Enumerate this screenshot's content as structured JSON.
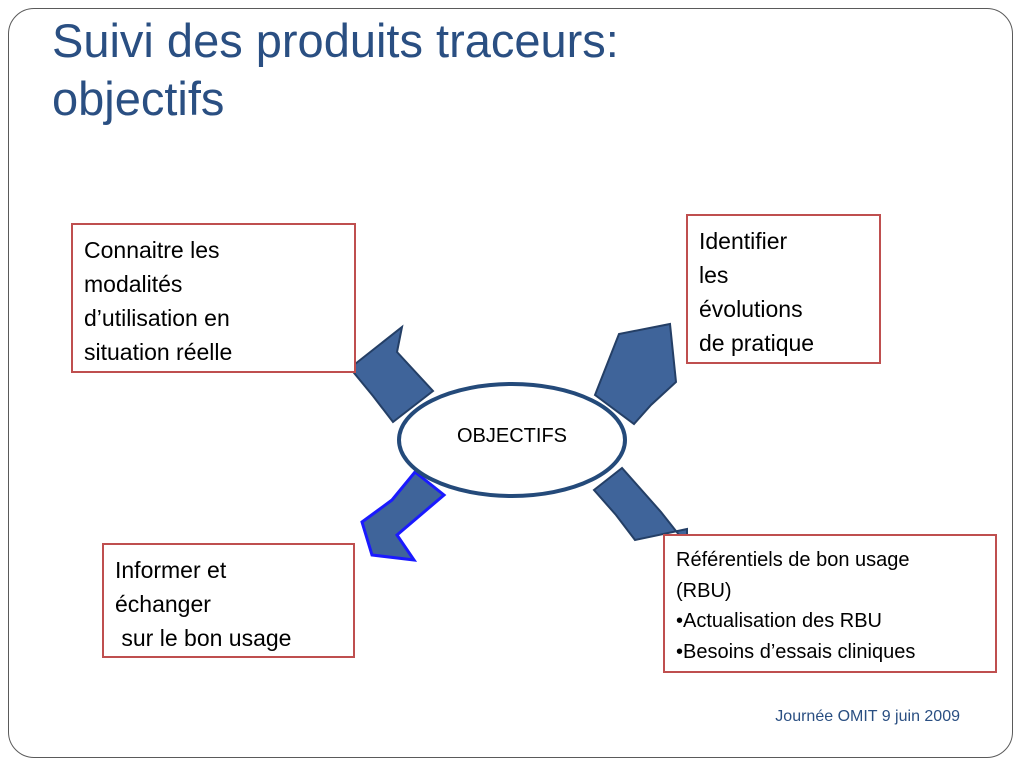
{
  "slide": {
    "title_lines": [
      "Suivi des produits traceurs:",
      "objectifs"
    ],
    "center_label": "OBJECTIFS",
    "boxes": {
      "top_left": [
        "Connaitre les",
        "modalités",
        "d’utilisation en",
        "situation réelle"
      ],
      "top_right": [
        "Identifier",
        "les",
        "évolutions",
        "de pratique"
      ],
      "bottom_left": [
        "Informer et",
        "échanger",
        " sur le bon usage"
      ],
      "bottom_right": [
        "Référentiels de bon usage",
        "(RBU)",
        "•Actualisation des RBU",
        "•Besoins d’essais cliniques"
      ]
    },
    "footer": "Journée OMIT 9 juin 2009"
  },
  "colors": {
    "title": "#2a4f82",
    "box_border": "#bf4f4f",
    "arrow_fill": "#3f649a",
    "arrow_stroke": "#243f66",
    "arrow_highlight_stroke": "#1a1aff",
    "ellipse_stroke": "#244a7a"
  }
}
